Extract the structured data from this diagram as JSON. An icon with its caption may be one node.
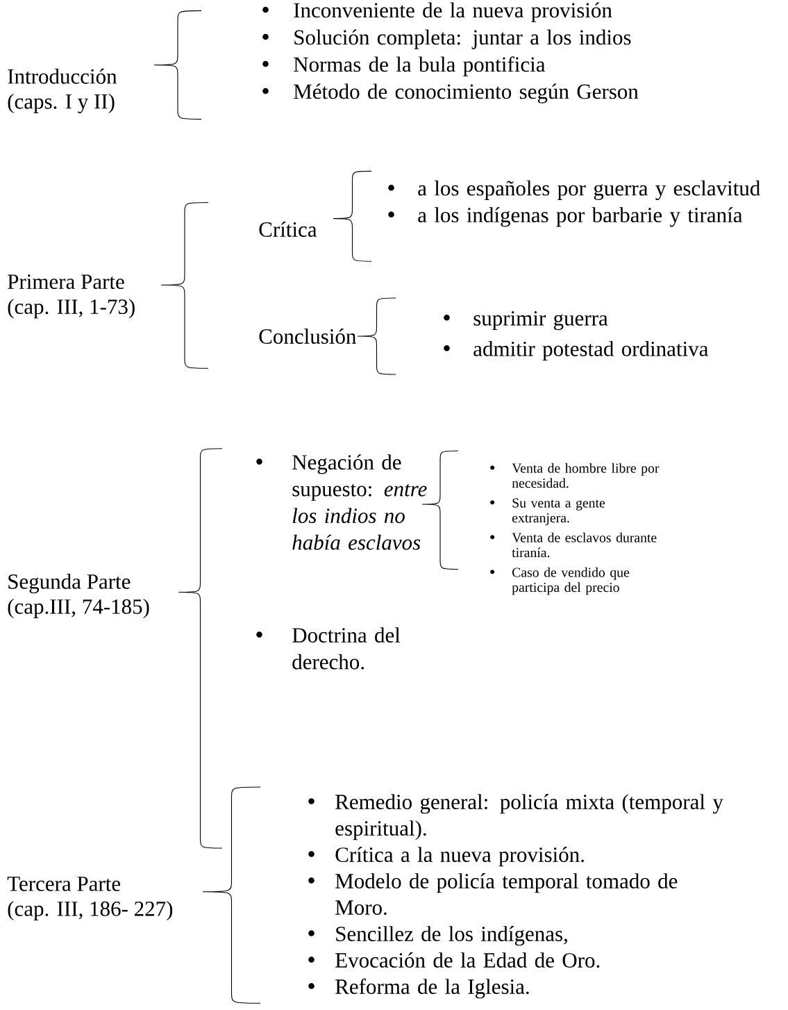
{
  "diagram": {
    "nodes": [
      {
        "text": [
          "Introducción",
          "(caps. I y II)"
        ]
      },
      {
        "text": [
          "Inconveniente de la nueva provisión",
          "Solución completa: juntar a los indios",
          "Normas de la bula pontificia",
          "Método de conocimiento según Gerson"
        ]
      },
      {
        "text": [
          "Primera Parte",
          "(cap. III, 1-73)"
        ]
      },
      {
        "text": [
          "Crítica"
        ]
      },
      {
        "text": [
          "a los españoles por guerra y esclavitud",
          "a los indígenas por barbarie y tiranía"
        ]
      },
      {
        "text": [
          "Conclusión"
        ]
      },
      {
        "text": [
          "suprimir guerra",
          "admitir potestad ordinativa"
        ]
      },
      {
        "text": [
          "Segunda Parte",
          "(cap.III, 74-185)"
        ]
      },
      {
        "text": [
          "Negación de supuesto: *entre los indios no había esclavos*",
          "Doctrina del derecho."
        ]
      },
      {
        "text": [
          "Venta de hombre libre por necesidad.",
          "Su venta a gente extranjera.",
          "Venta de esclavos durante tiranía.",
          "Caso de vendido que participa del precio"
        ]
      },
      {
        "text": [
          "Tercera Parte",
          "(cap. III, 186- 227)"
        ]
      },
      {
        "text": [
          "Remedio general: policía mixta (temporal y espiritual).",
          "Crítica a la nueva provisión.",
          "Modelo de policía temporal tomado de Moro.",
          "Sencillez de los indígenas,",
          "Evocación de la Edad de Oro.",
          "Reforma de la Iglesia."
        ]
      }
    ]
  }
}
